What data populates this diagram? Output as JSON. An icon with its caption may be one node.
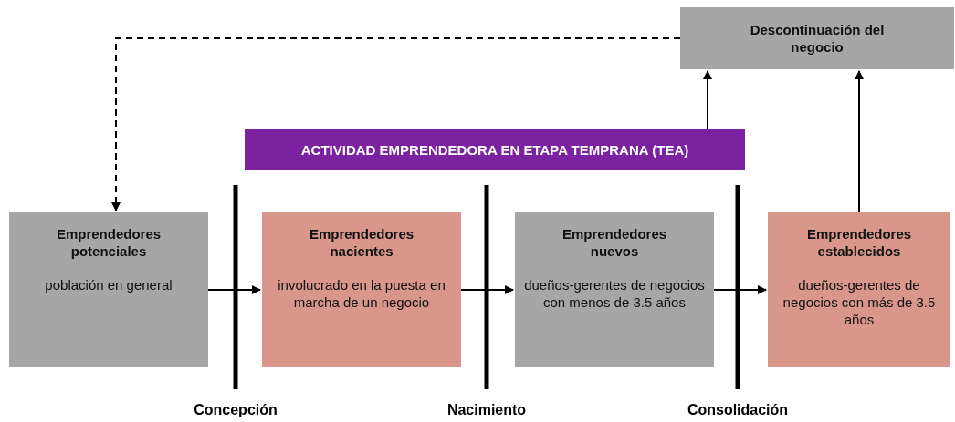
{
  "diagram": {
    "nodes": [
      {
        "text": [
          "Descontinuación del negocio"
        ]
      },
      {
        "text": [
          "ACTIVIDAD EMPRENDEDORA EN ETAPA TEMPRANA (TEA)"
        ]
      },
      {
        "text": [
          "Emprendedores potenciales",
          "población en general"
        ]
      },
      {
        "text": [
          "Emprendedores nacientes",
          "involucrado en la puesta en marcha de un negocio"
        ]
      },
      {
        "text": [
          "Emprendedores nuevos",
          "dueños-gerentes de negocios con menos de 3.5 años"
        ]
      },
      {
        "text": [
          "Emprendedores establecidos",
          "dueños-gerentes de negocios con más de 3.5 años"
        ]
      }
    ],
    "edges": [
      {
        "from": 0,
        "to": 2,
        "arrow": "to",
        "style": "dashed"
      },
      {
        "from": 2,
        "to": 3,
        "arrow": "to"
      },
      {
        "from": 3,
        "to": 4,
        "arrow": "to"
      },
      {
        "from": 4,
        "to": 5,
        "arrow": "to"
      },
      {
        "from": 1,
        "to": 0,
        "arrow": "to"
      },
      {
        "from": 5,
        "to": 0,
        "arrow": "to"
      }
    ],
    "labels": [
      "Concepción",
      "Nacimiento",
      "Consolidación"
    ]
  }
}
